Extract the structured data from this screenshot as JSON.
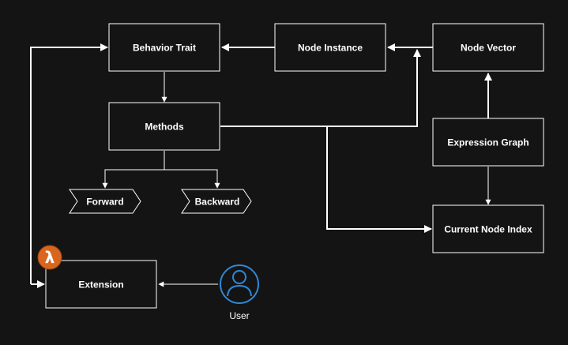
{
  "nodes": {
    "behavior_trait": "Behavior Trait",
    "node_instance": "Node Instance",
    "node_vector": "Node Vector",
    "methods": "Methods",
    "expression_graph": "Expression Graph",
    "forward": "Forward",
    "backward": "Backward",
    "current_node_index": "Current Node Index",
    "extension": "Extension",
    "user": "User"
  },
  "icons": {
    "lambda_badge": "lambda-icon",
    "lambda_glyph": "λ",
    "user_icon": "user-icon"
  },
  "colors": {
    "background": "#141414",
    "line": "#ffffff",
    "lambda_badge": "#d9661f",
    "user_icon": "#2f88d6"
  }
}
